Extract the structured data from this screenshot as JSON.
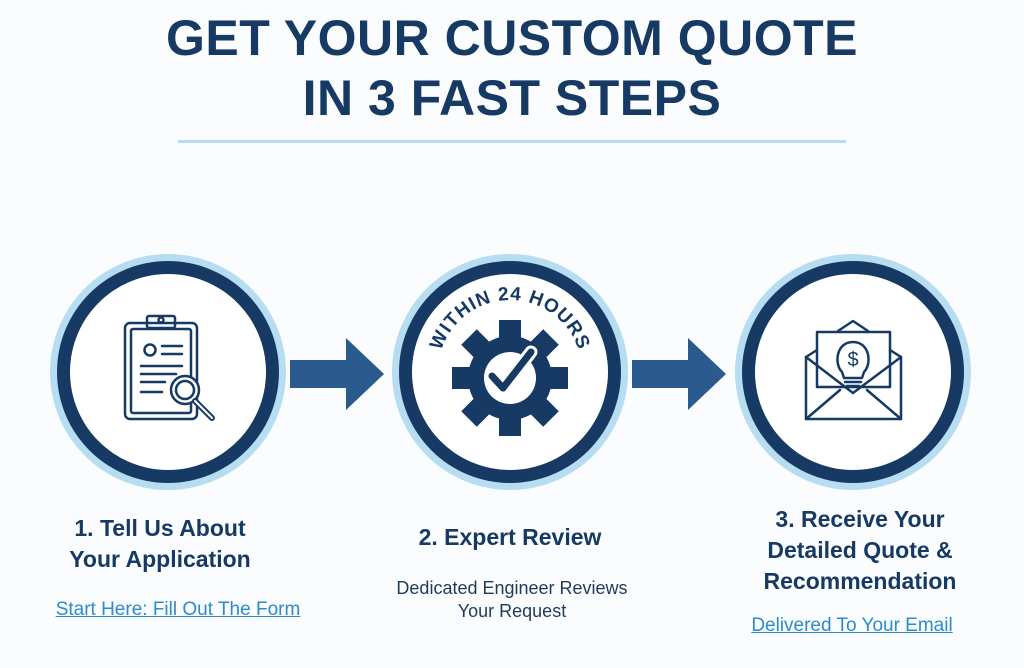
{
  "header": {
    "title_line1": "GET YOUR CUSTOM QUOTE",
    "title_line2": "IN 3 FAST STEPS"
  },
  "colors": {
    "navy": "#163a63",
    "arrow": "#2a5a8e",
    "light_ring": "#b6ddf1",
    "link": "#2b8ccd"
  },
  "steps": [
    {
      "icon": "clipboard-search-icon",
      "title_line1": "1. Tell Us About",
      "title_line2": "Your Application",
      "link": "Start Here: Fill Out The Form"
    },
    {
      "icon": "gear-check-icon",
      "badge": "WITHIN 24 HOURS",
      "title_line1": "2. Expert Review",
      "desc_line1": "Dedicated Engineer Reviews",
      "desc_line2": "Your Request"
    },
    {
      "icon": "envelope-dollar-bulb-icon",
      "title_line1": "3. Receive Your",
      "title_line2": "Detailed Quote &",
      "title_line3": "Recommendation",
      "link": "Delivered To Your Email"
    }
  ],
  "connectors": [
    "arrow-right-icon",
    "arrow-right-icon"
  ]
}
